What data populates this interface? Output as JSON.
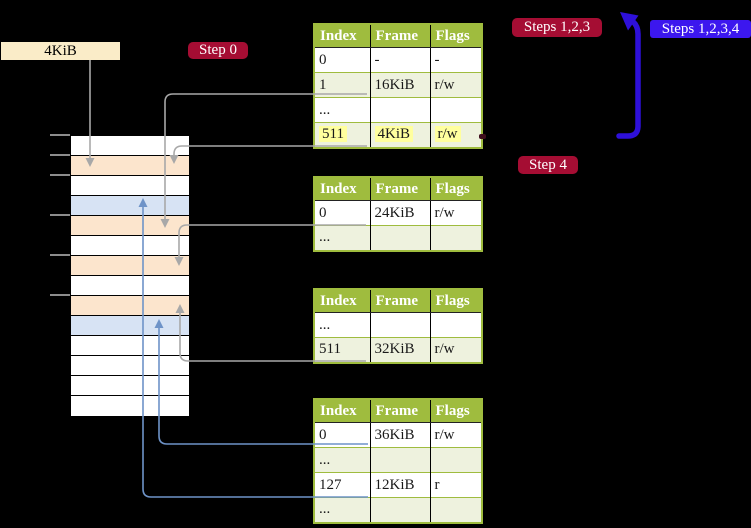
{
  "colors": {
    "background": "#000000",
    "table_header_bg": "#9fbc3e",
    "table_border": "#9fbc3e",
    "table_row_bg": "#ffffff",
    "table_row_alt_bg": "#eef2de",
    "highlight_yellow": "#ffff9e",
    "frame_white": "#ffffff",
    "frame_peach": "#fce5cd",
    "frame_blue": "#d7e3f4",
    "label_beige_bg": "#faecc8",
    "step_red_bg": "#a50d33",
    "step_blue_bg": "#3c17ee",
    "arrow_gray": "#a8a8a8",
    "arrow_blue_thin": "#6e93c8",
    "arrow_blue_big": "#2e10d9",
    "tick_gray": "#8c8c8c",
    "text_light": "#ffffff",
    "text_dark": "#000000"
  },
  "labels": {
    "size_label": "4KiB",
    "step0": "Step 0",
    "steps123": "Steps 1,2,3",
    "steps1234": "Steps 1,2,3,4",
    "step4": "Step 4"
  },
  "tables": [
    {
      "name": "level-4-table",
      "headers": [
        "Index",
        "Frame",
        "Flags"
      ],
      "rows": [
        {
          "cells": [
            "0",
            "-",
            "-"
          ],
          "shade": "white"
        },
        {
          "cells": [
            "1",
            "16KiB",
            "r/w"
          ],
          "shade": "green"
        },
        {
          "cells": [
            "...",
            "",
            ""
          ],
          "shade": "white"
        },
        {
          "cells": [
            "511",
            "4KiB",
            "r/w"
          ],
          "shade": "green",
          "highlight": true
        }
      ]
    },
    {
      "name": "level-3-table",
      "headers": [
        "Index",
        "Frame",
        "Flags"
      ],
      "rows": [
        {
          "cells": [
            "0",
            "24KiB",
            "r/w"
          ],
          "shade": "white"
        },
        {
          "cells": [
            "...",
            "",
            ""
          ],
          "shade": "green"
        }
      ]
    },
    {
      "name": "level-2-table",
      "headers": [
        "Index",
        "Frame",
        "Flags"
      ],
      "rows": [
        {
          "cells": [
            "...",
            "",
            ""
          ],
          "shade": "white"
        },
        {
          "cells": [
            "511",
            "32KiB",
            "r/w"
          ],
          "shade": "green"
        }
      ]
    },
    {
      "name": "level-1-table",
      "headers": [
        "Index",
        "Frame",
        "Flags"
      ],
      "rows": [
        {
          "cells": [
            "0",
            "36KiB",
            "r/w"
          ],
          "shade": "white"
        },
        {
          "cells": [
            "...",
            "",
            ""
          ],
          "shade": "green"
        },
        {
          "cells": [
            "127",
            "12KiB",
            "r"
          ],
          "shade": "white"
        },
        {
          "cells": [
            "...",
            "",
            ""
          ],
          "shade": "green"
        }
      ]
    }
  ],
  "memory": {
    "rows": [
      "white",
      "peach",
      "white",
      "blue",
      "peach",
      "white",
      "peach",
      "white",
      "peach",
      "blue",
      "white",
      "white",
      "white",
      "white"
    ]
  }
}
